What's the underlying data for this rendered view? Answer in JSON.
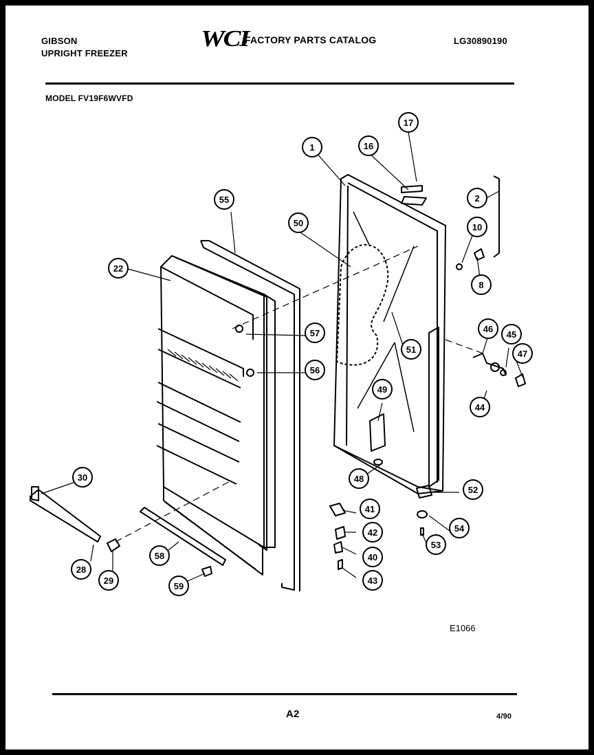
{
  "header": {
    "brand_line1": "GIBSON",
    "brand_line2": "UPRIGHT FREEZER",
    "logo": "WCI",
    "catalog_title": "FACTORY PARTS CATALOG",
    "catalog_number": "LG30890190",
    "model": "MODEL FV19F6WVFD"
  },
  "diagram": {
    "callouts": [
      "1",
      "2",
      "8",
      "10",
      "16",
      "17",
      "22",
      "28",
      "29",
      "30",
      "40",
      "41",
      "42",
      "43",
      "44",
      "45",
      "46",
      "47",
      "48",
      "49",
      "50",
      "51",
      "52",
      "53",
      "54",
      "55",
      "56",
      "57",
      "58",
      "59"
    ],
    "figure_code": "E1066"
  },
  "footer": {
    "page_label": "A2",
    "date": "4/90"
  }
}
